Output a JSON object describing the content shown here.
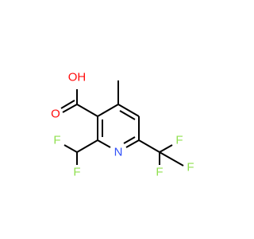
{
  "molecule": {
    "atoms": {
      "hydroxyl": {
        "text": "OH",
        "color": "#ff0d0d"
      },
      "carbonyl_oxygen": {
        "text": "O",
        "color": "#ff0d0d"
      },
      "ring_nitrogen": {
        "text": "N",
        "color": "#3050f8"
      },
      "fluorine_1": {
        "text": "F",
        "color": "#90e050"
      },
      "fluorine_2": {
        "text": "F",
        "color": "#90e050"
      },
      "fluorine_3": {
        "text": "F",
        "color": "#90e050"
      },
      "fluorine_4": {
        "text": "F",
        "color": "#90e050"
      },
      "fluorine_5": {
        "text": "F",
        "color": "#90e050"
      }
    },
    "bond_color": "#000000"
  }
}
